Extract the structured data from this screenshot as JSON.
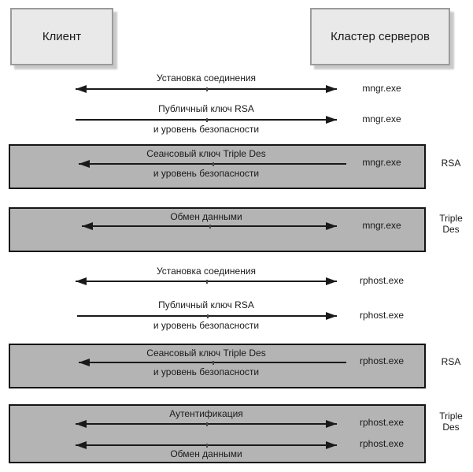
{
  "actors": {
    "client": "Клиент",
    "server_cluster": "Кластер серверов"
  },
  "steps": [
    {
      "label": "Установка соединения",
      "process": "mngr.exe",
      "direction": "both"
    },
    {
      "label": "Публичный ключ RSA",
      "sublabel": "и уровень безопасности",
      "process": "mngr.exe",
      "direction": "to-server"
    },
    {
      "label": "Сеансовый ключ Triple Des",
      "sublabel": "и уровень безопасности",
      "process": "mngr.exe",
      "direction": "to-client",
      "encryption": "RSA"
    },
    {
      "label": "Обмен данными",
      "process": "mngr.exe",
      "direction": "both",
      "encryption": "Triple Des"
    },
    {
      "label": "Установка соединения",
      "process": "rphost.exe",
      "direction": "both"
    },
    {
      "label": "Публичный ключ RSA",
      "sublabel": "и уровень безопасности",
      "process": "rphost.exe",
      "direction": "to-server"
    },
    {
      "label": "Сеансовый ключ Triple Des",
      "sublabel": "и уровень безопасности",
      "process": "rphost.exe",
      "direction": "to-client",
      "encryption": "RSA"
    },
    {
      "label": "Аутентификация",
      "process": "rphost.exe",
      "direction": "both",
      "encryption": "Triple Des"
    },
    {
      "label": "Обмен данными",
      "process": "rphost.exe",
      "direction": "both",
      "encryption": "Triple Des"
    }
  ],
  "colors": {
    "background": "#ffffff",
    "actor_fill": "#e9e9e9",
    "actor_border": "#9b9b9b",
    "panel_fill": "#b4b4b4",
    "panel_border": "#151515",
    "arrow": "#1a1a1a",
    "text": "#1a1a1a"
  }
}
